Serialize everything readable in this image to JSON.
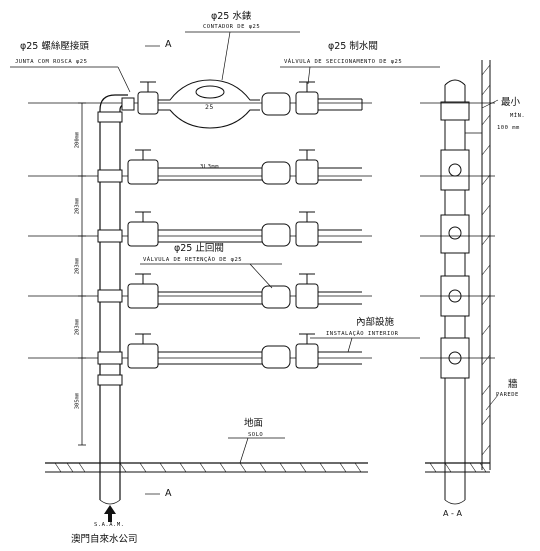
{
  "labels": {
    "meter_cn": "φ25 水錶",
    "meter_pt": "CONTADOR DE φ25",
    "joint_cn": "φ25 螺絲壓接頭",
    "joint_pt": "JUNTA COM ROSCA φ25",
    "valve_cn": "φ25 制水閥",
    "valve_pt": "VÁLVULA DE SECCIONAMENTO DE φ25",
    "check_cn": "φ25 止回閥",
    "check_pt": "VÁLVULA DE RETENÇÃO DE φ25",
    "interior_cn": "內部設施",
    "interior_pt": "INSTALAÇÃO INTERIOR",
    "ground_cn": "地面",
    "ground_pt": "SOLO",
    "wall_cn": "牆",
    "wall_pt": "PAREDE",
    "min_cn": "最小",
    "min_pt": "MÍN.",
    "min_dim": "100 mm",
    "pipe_size": "25",
    "row2_dim": "3L3mm",
    "section_mark_top": "A",
    "section_mark_bottom": "A",
    "saam": "S.A.A.M.",
    "company_cn": "澳門自來水公司",
    "section_title": "A - A"
  },
  "dimensions": [
    "200mm",
    "203mm",
    "203mm",
    "203mm",
    "305mm"
  ]
}
